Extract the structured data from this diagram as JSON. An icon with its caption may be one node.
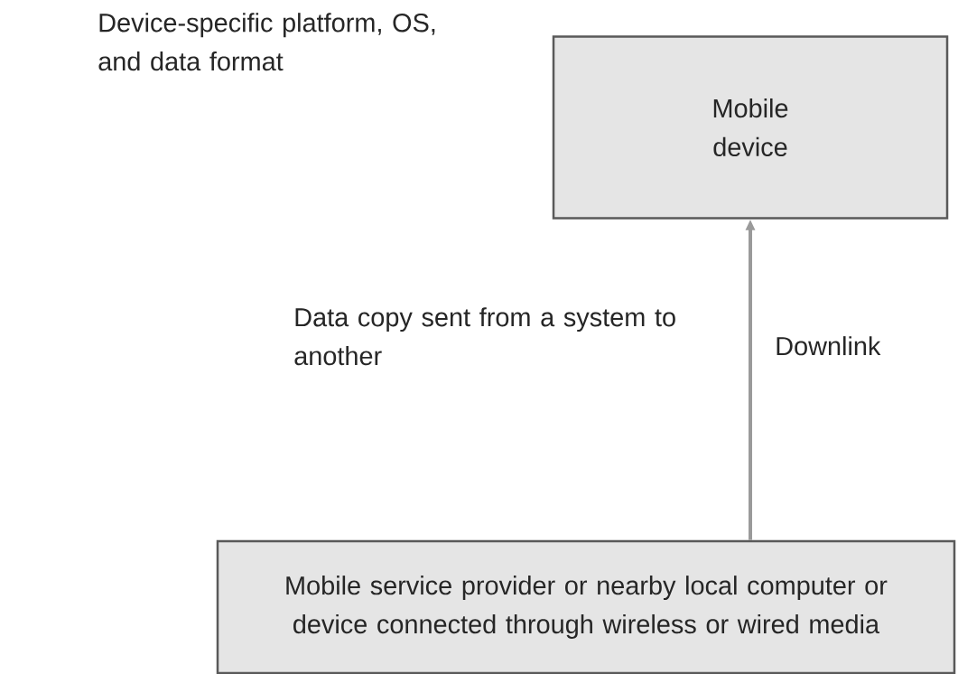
{
  "diagram": {
    "nodes": [
      {
        "text": [
          "Mobile device"
        ]
      },
      {
        "text": [
          "Mobile service provider or nearby local computer or device connected through wireless or wired media"
        ]
      }
    ],
    "edges": [
      {
        "from": 1,
        "to": 0,
        "arrow": "to",
        "label": "Downlink",
        "color": "#9a9a9a"
      }
    ],
    "labels": [
      "Device-specific platform, OS, and data format",
      "Data copy sent from a system to another"
    ]
  }
}
